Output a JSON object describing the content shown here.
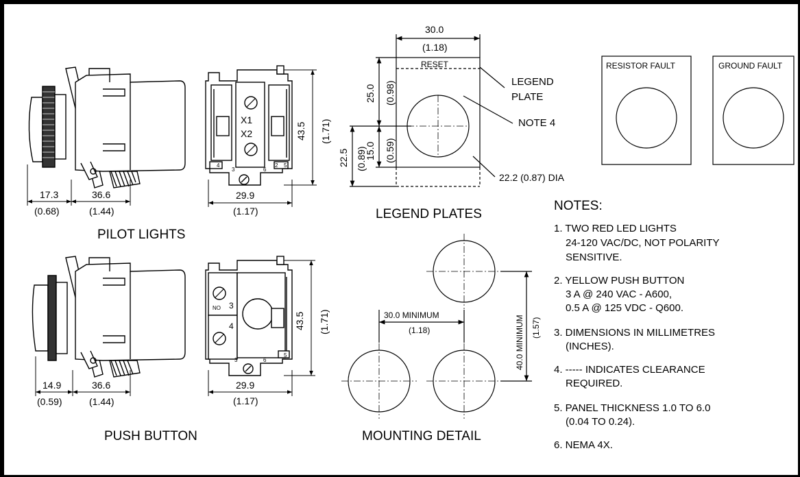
{
  "captions": {
    "pilot_lights": "PILOT LIGHTS",
    "push_button": "PUSH BUTTON",
    "legend_plates": "LEGEND PLATES",
    "mounting_detail": "MOUNTING DETAIL"
  },
  "pilot_dims": {
    "front_mm": "17.3",
    "front_in": "(0.68)",
    "depth_mm": "36.6",
    "depth_in": "(1.44)",
    "width_mm": "29.9",
    "width_in": "(1.17)",
    "height_mm": "43.5",
    "height_in": "(1.71)",
    "term_x1": "X1",
    "term_x2": "X2",
    "pin_4": "4",
    "pin_3": "3",
    "pin_6": "6",
    "pin_2": "2",
    "pin_5": "5"
  },
  "push_dims": {
    "front_mm": "14.9",
    "front_in": "(0.59)",
    "depth_mm": "36.6",
    "depth_in": "(1.44)",
    "width_mm": "29.9",
    "width_in": "(1.17)",
    "height_mm": "43.5",
    "height_in": "(1.71)",
    "no_label": "NO",
    "term_3": "3",
    "term_4": "4",
    "pin_3": "3",
    "pin_6": "6",
    "pin_5": "5"
  },
  "legend_dims": {
    "width_mm": "30.0",
    "width_in": "(1.18)",
    "upper_mm": "25.0",
    "upper_in": "(0.98)",
    "lower_mm": "15.0",
    "lower_in": "(0.59)",
    "total_mm": "22.5",
    "total_in": "(0.89)",
    "reset": "RESET",
    "legend_plate_1": "LEGEND",
    "legend_plate_2": "PLATE",
    "note4": "NOTE 4",
    "dia": "22.2 (0.87) DIA"
  },
  "plates": {
    "resistor_fault": "RESISTOR FAULT",
    "ground_fault": "GROUND FAULT"
  },
  "mounting": {
    "h_min": "30.0 MINIMUM",
    "h_in": "(1.18)",
    "v_min": "40.0 MINIMUM",
    "v_in": "(1.57)"
  },
  "notes": {
    "title": "NOTES:",
    "n1_a": "1.  TWO RED LED LIGHTS",
    "n1_b": "24-120 VAC/DC, NOT POLARITY",
    "n1_c": "SENSITIVE.",
    "n2_a": "2.  YELLOW PUSH BUTTON",
    "n2_b": "3 A @ 240 VAC - A600,",
    "n2_c": "0.5 A @ 125 VDC - Q600.",
    "n3_a": "3.   DIMENSIONS IN MILLIMETRES",
    "n3_b": "(INCHES).",
    "n4_a": "4.   -----  INDICATES CLEARANCE",
    "n4_b": "REQUIRED.",
    "n5_a": "5.   PANEL THICKNESS 1.0 TO 6.0",
    "n5_b": "(0.04 TO 0.24).",
    "n6": "6.   NEMA 4X."
  }
}
